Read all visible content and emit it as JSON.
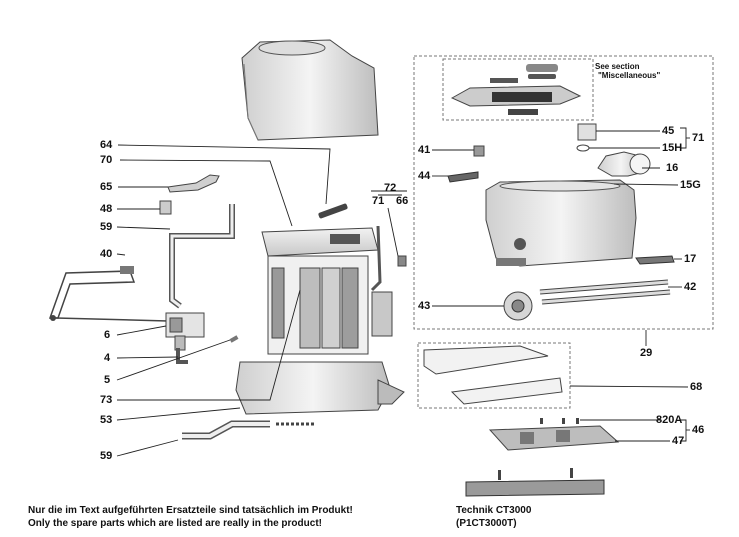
{
  "callouts": {
    "l64": "64",
    "l70": "70",
    "l65": "65",
    "l48": "48",
    "l59a": "59",
    "l40": "40",
    "l6": "6",
    "l4": "4",
    "l5": "5",
    "l73": "73",
    "l53": "53",
    "l59b": "59",
    "l72": "72",
    "l71a": "71",
    "l66": "66",
    "l41": "41",
    "l44": "44",
    "l43": "43",
    "l45": "45",
    "l71b": "71",
    "l15h": "15H",
    "l16": "16",
    "l15g": "15G",
    "l17": "17",
    "l42": "42",
    "l29": "29",
    "l68": "68",
    "l820a": "820A",
    "l46": "46",
    "l47": "47"
  },
  "see_section": {
    "line1": "See section",
    "line2": "\"Miscellaneous\""
  },
  "footer": {
    "line_de": "Nur die im Text aufgeführten Ersatzteile sind tatsächlich im Produkt!",
    "line_en": "Only the spare parts which are listed are really in the product!",
    "model_line1": "Technik   CT3000",
    "model_line2": "(P1CT3000T)"
  },
  "colors": {
    "line": "#222222",
    "part_fill": "#e8e8e8",
    "part_dark": "#555555",
    "dash": "#777777"
  }
}
